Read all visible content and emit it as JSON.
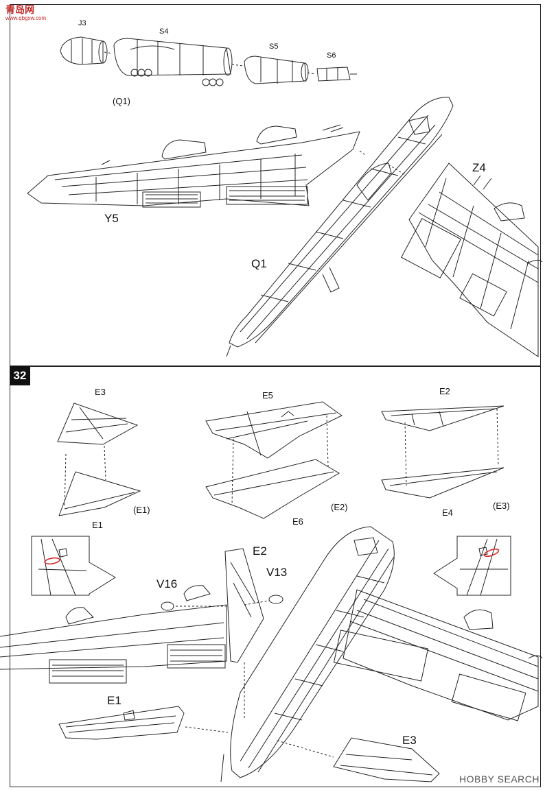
{
  "watermark_top": {
    "brand": "青岛网",
    "url": "www.qbgxw.com"
  },
  "watermark_bottom": "HOBBY SEARCH",
  "step": {
    "number": "32"
  },
  "top_panel": {
    "labels": {
      "j3": "J3",
      "s4": "S4",
      "s5": "S5",
      "s6": "S6",
      "q1_group": "(Q1)",
      "y5": "Y5",
      "z4": "Z4",
      "q1": "Q1"
    }
  },
  "bottom_panel": {
    "labels": {
      "e3_a": "E3",
      "e1_a": "E1",
      "e1_group": "(E1)",
      "e5": "E5",
      "e6": "E6",
      "e2_group": "(E2)",
      "e2_a": "E2",
      "e4": "E4",
      "e3_group": "(E3)",
      "v16": "V16",
      "e2_b": "E2",
      "v13": "V13",
      "e1_b": "E1",
      "e3_b": "E3"
    }
  },
  "colors": {
    "line": "#222222",
    "highlight": "#d62828"
  }
}
